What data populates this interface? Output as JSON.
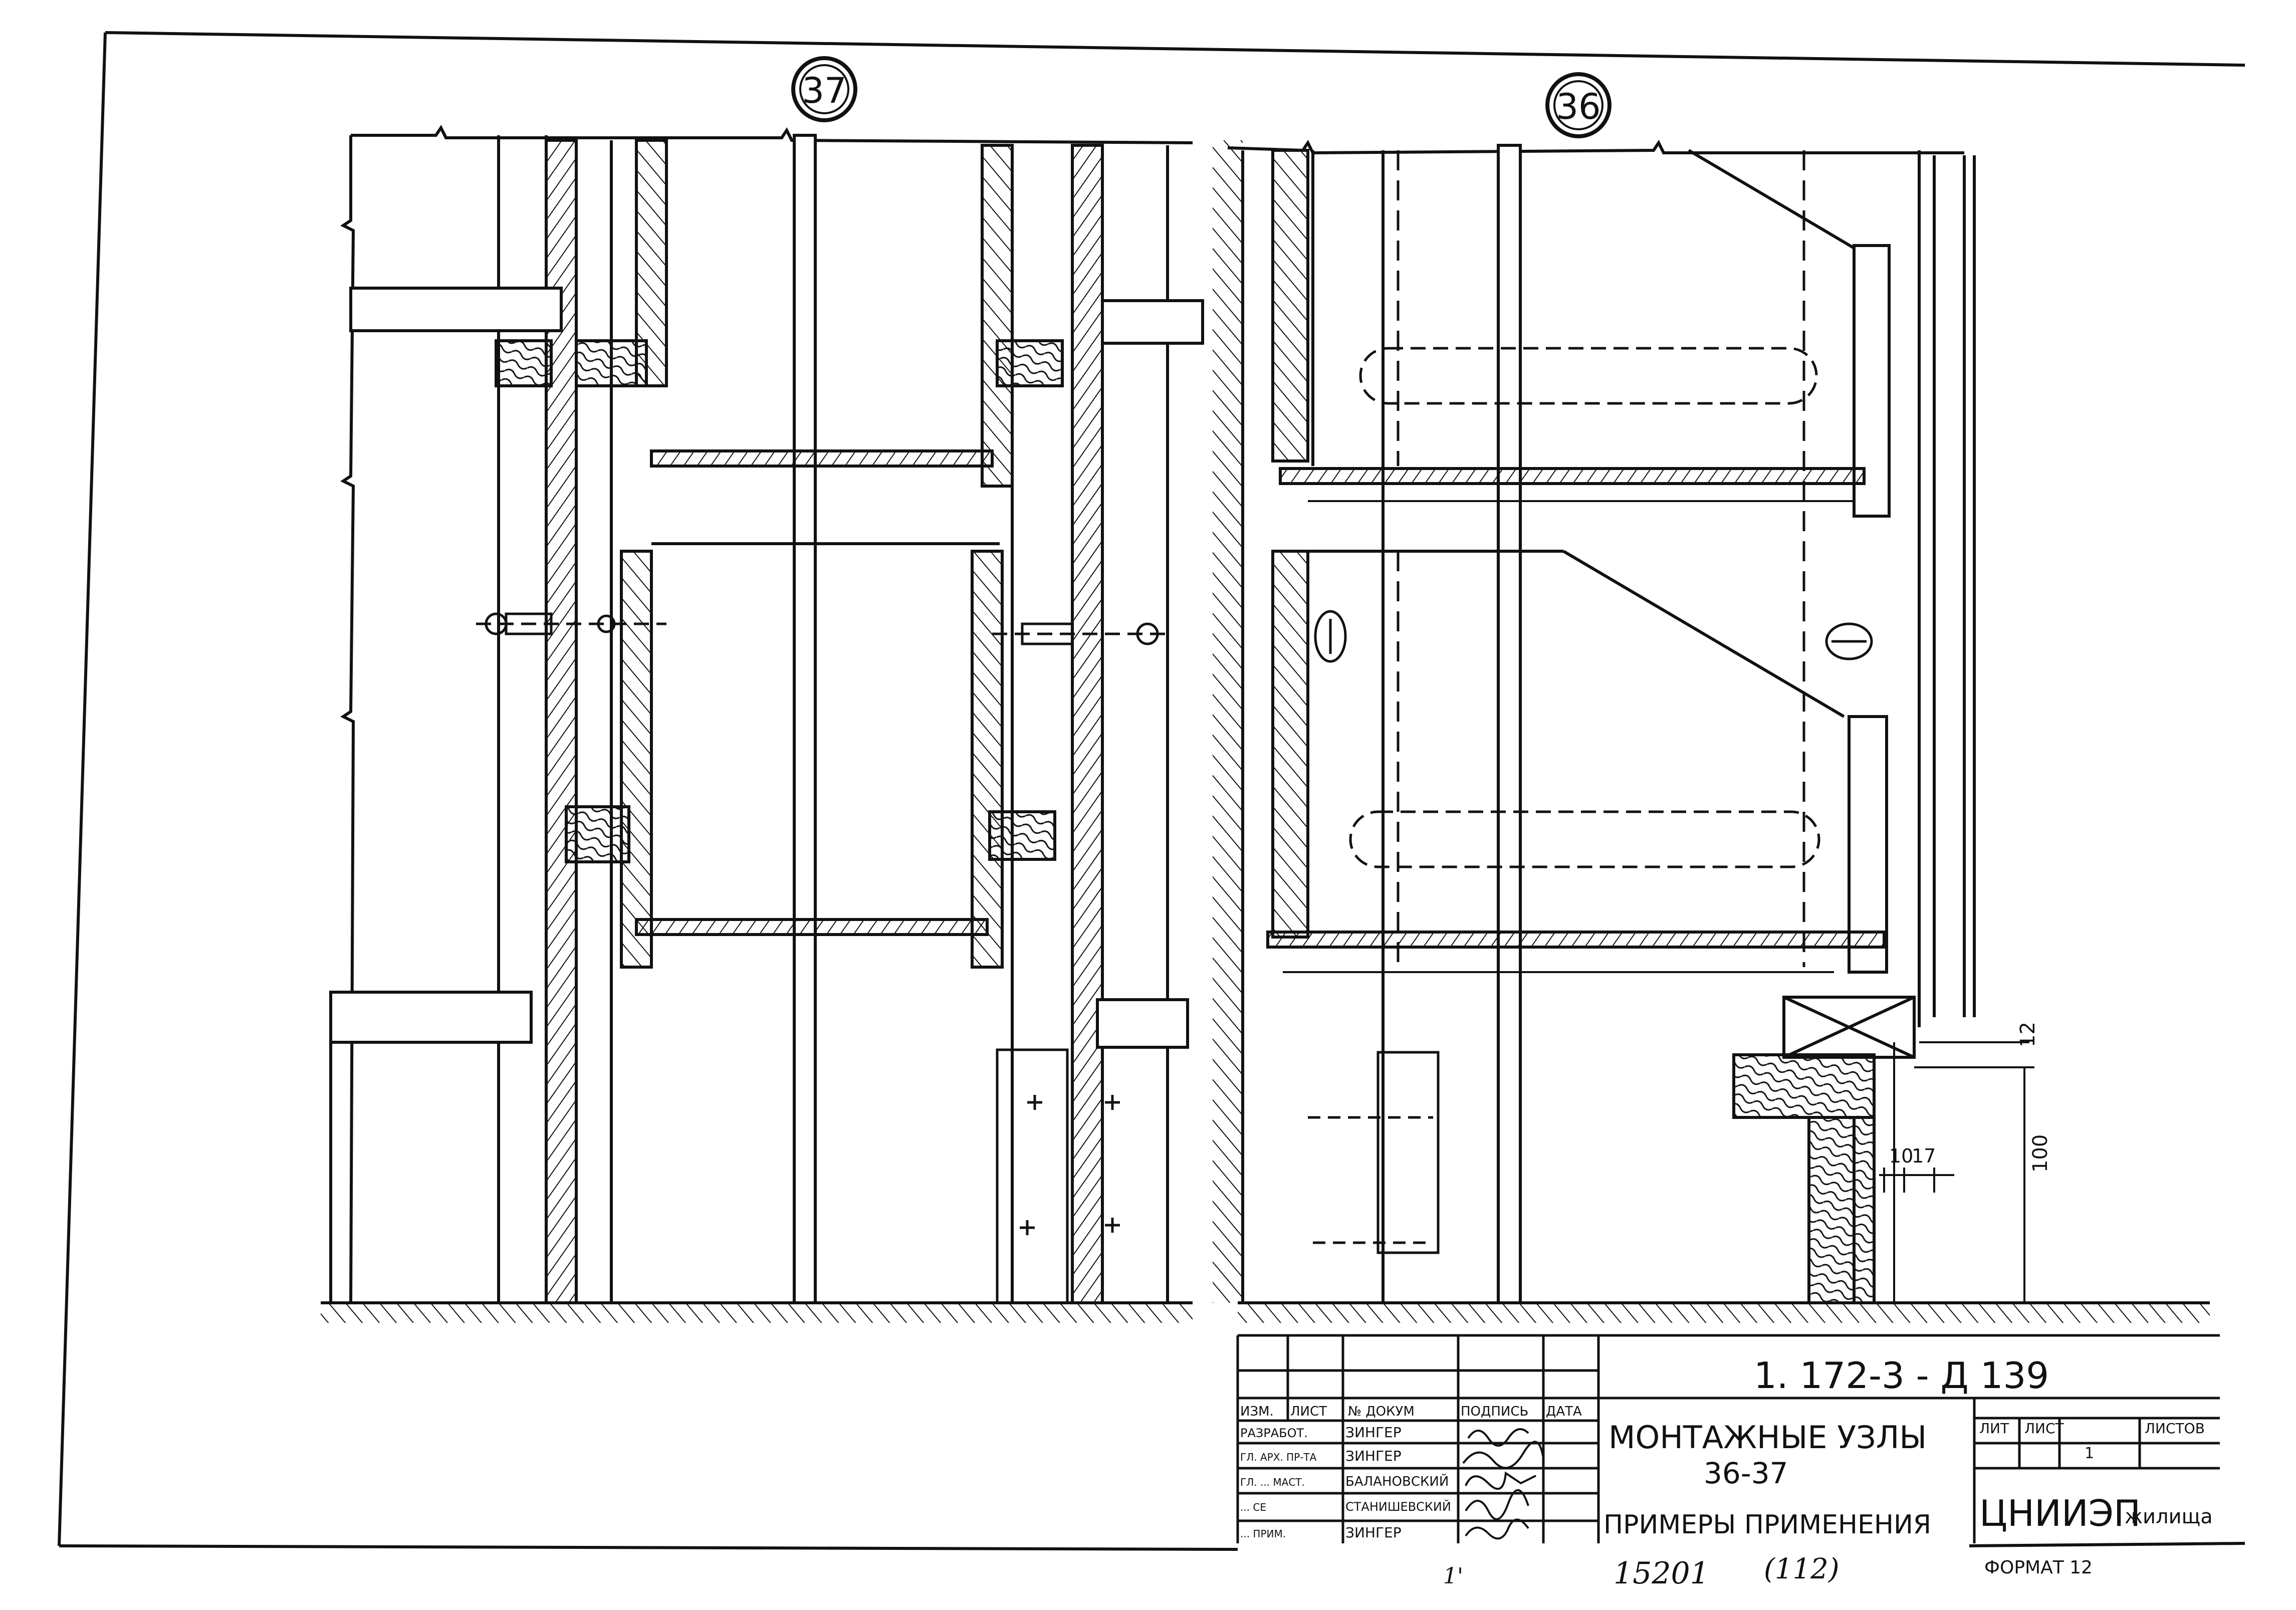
{
  "sheet": {
    "node_labels": [
      "37",
      "36"
    ],
    "document_code": "1. 172-3 - Д 139",
    "title_line1": "МОНТАЖНЫЕ УЗЛЫ",
    "title_line2": "36-37",
    "subtitle": "ПРИМЕРЫ ПРИМЕНЕНИЯ",
    "organization_short": "ЦНИИЭП",
    "organization_suffix": "жилища",
    "format_label": "ФОРМАТ 12",
    "inventory_number": "15201",
    "page_number_handwritten": "(112)",
    "sheet_mark": "1'"
  },
  "title_block": {
    "headers": [
      "ИЗМ.",
      "ЛИСТ",
      "№ ДОКУМ",
      "ПОДПИСЬ",
      "ДАТА"
    ],
    "roles": [
      {
        "role": "РАЗРАБОТ.",
        "name": "ЗИНГЕР"
      },
      {
        "role": "ГЛ. АРХ. ПР-ТА",
        "name": "ЗИНГЕР"
      },
      {
        "role": "ГЛ. ... МАСТ.",
        "name": "БАЛАНОВСКИЙ"
      },
      {
        "role": "... СЕ",
        "name": "СТАНИШЕВСКИЙ"
      },
      {
        "role": "... ПРИМ.",
        "name": "ЗИНГЕР"
      }
    ],
    "stage_headers": [
      "ЛИТ",
      "ЛИСТ",
      "ЛИСТОВ"
    ],
    "sheet_value": "1"
  },
  "dimensions": {
    "d12": "12",
    "d10": "10",
    "d17": "17",
    "d100": "100"
  },
  "colors": {
    "ink": "#111111",
    "paper": "#ffffff"
  }
}
